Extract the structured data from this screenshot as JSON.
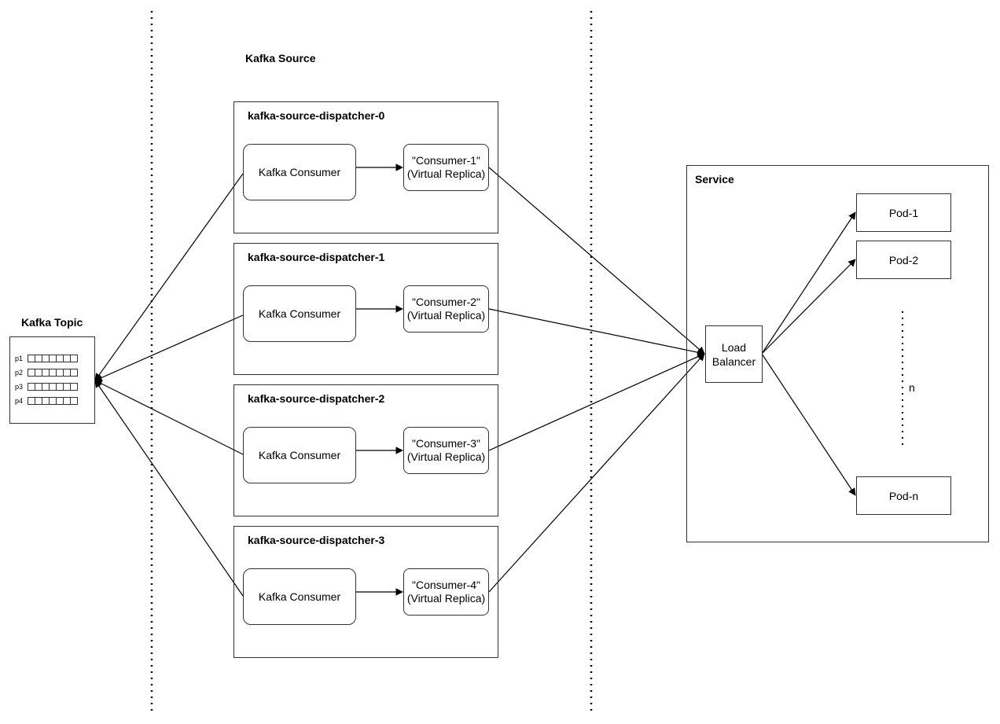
{
  "kafka_source": {
    "title": "Kafka Source"
  },
  "kafka_topic": {
    "title": "Kafka Topic",
    "partitions": [
      "p1",
      "p2",
      "p3",
      "p4"
    ]
  },
  "dispatchers": [
    {
      "name": "kafka-source-dispatcher-0",
      "consumer": "Kafka Consumer",
      "replica_name": "\"Consumer-1\"",
      "replica_sub": "(Virtual Replica)"
    },
    {
      "name": "kafka-source-dispatcher-1",
      "consumer": "Kafka Consumer",
      "replica_name": "\"Consumer-2\"",
      "replica_sub": "(Virtual Replica)"
    },
    {
      "name": "kafka-source-dispatcher-2",
      "consumer": "Kafka Consumer",
      "replica_name": "\"Consumer-3\"",
      "replica_sub": "(Virtual Replica)"
    },
    {
      "name": "kafka-source-dispatcher-3",
      "consumer": "Kafka Consumer",
      "replica_name": "\"Consumer-4\"",
      "replica_sub": "(Virtual Replica)"
    }
  ],
  "service": {
    "title": "Service",
    "load_balancer_line1": "Load",
    "load_balancer_line2": "Balancer",
    "pods": [
      "Pod-1",
      "Pod-2",
      "Pod-n"
    ],
    "ellipsis_label": "n"
  },
  "colors": {
    "line": "#000000",
    "border": "#333333"
  }
}
